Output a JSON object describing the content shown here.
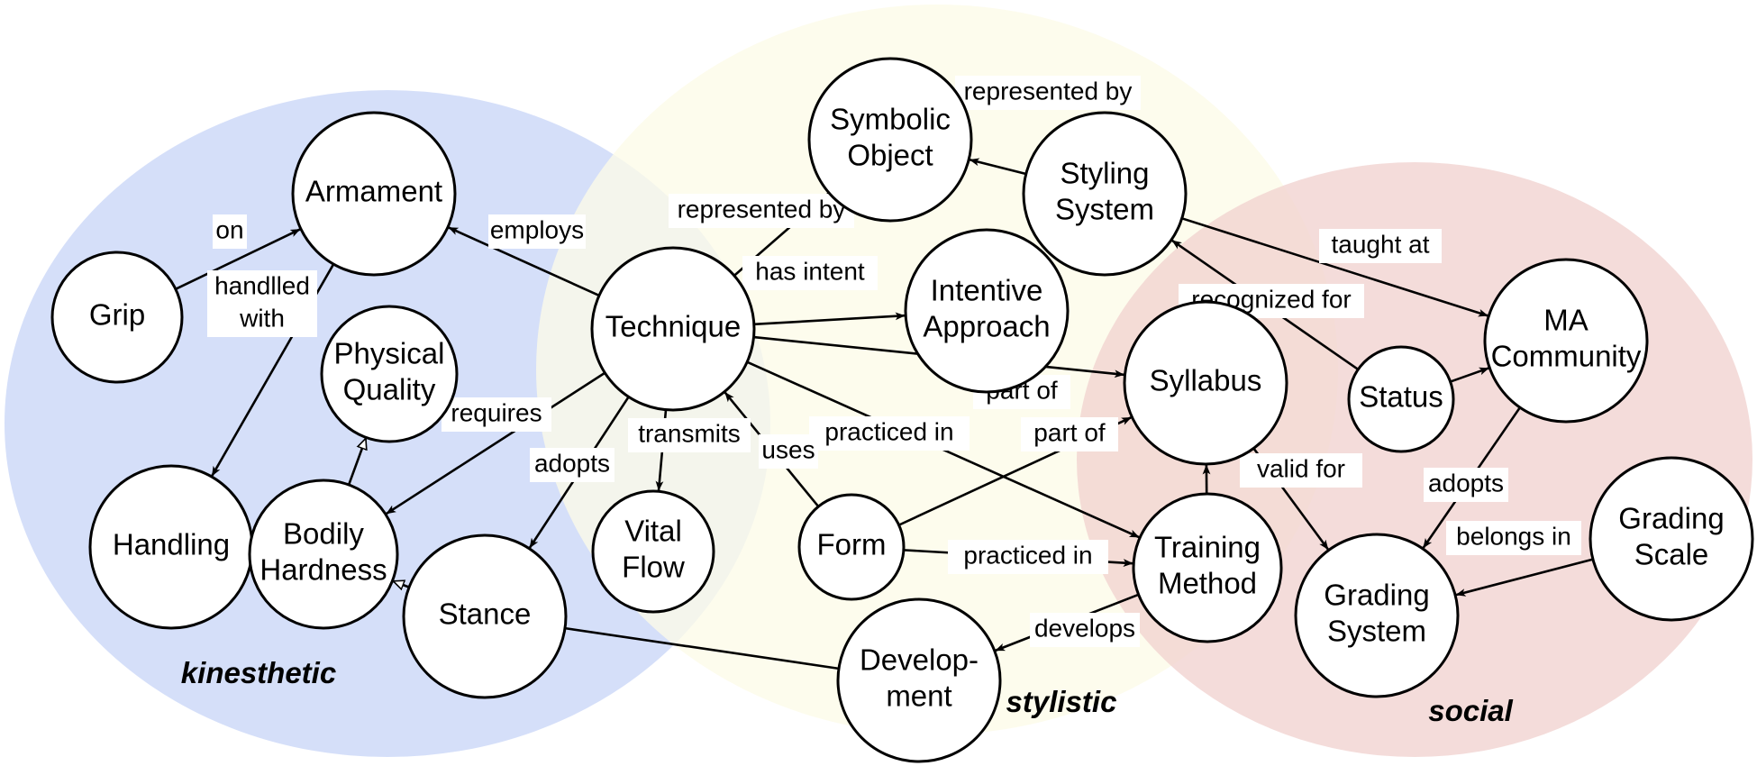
{
  "regions": [
    {
      "id": "kinesthetic",
      "label": "kinesthetic",
      "color": "#c9d6f7"
    },
    {
      "id": "stylistic",
      "label": "stylistic",
      "color": "#fdfbe8"
    },
    {
      "id": "social",
      "label": "social",
      "color": "#f1d2d0"
    }
  ],
  "nodes": [
    {
      "id": "armament",
      "label": [
        "Armament"
      ]
    },
    {
      "id": "grip",
      "label": [
        "Grip"
      ]
    },
    {
      "id": "physical_quality",
      "label": [
        "Physical",
        "Quality"
      ]
    },
    {
      "id": "handling",
      "label": [
        "Handling"
      ]
    },
    {
      "id": "bodily_hardness",
      "label": [
        "Bodily",
        "Hardness"
      ]
    },
    {
      "id": "stance",
      "label": [
        "Stance"
      ]
    },
    {
      "id": "technique",
      "label": [
        "Technique"
      ]
    },
    {
      "id": "vital_flow",
      "label": [
        "Vital",
        "Flow"
      ]
    },
    {
      "id": "symbolic_object",
      "label": [
        "Symbolic",
        "Object"
      ]
    },
    {
      "id": "styling_system",
      "label": [
        "Styling",
        "System"
      ]
    },
    {
      "id": "intentive_approach",
      "label": [
        "Intentive",
        "Approach"
      ]
    },
    {
      "id": "syllabus",
      "label": [
        "Syllabus"
      ]
    },
    {
      "id": "form",
      "label": [
        "Form"
      ]
    },
    {
      "id": "training_method",
      "label": [
        "Training",
        "Method"
      ]
    },
    {
      "id": "development",
      "label": [
        "Develop-",
        "ment"
      ]
    },
    {
      "id": "status",
      "label": [
        "Status"
      ]
    },
    {
      "id": "ma_community",
      "label": [
        "MA",
        "Community"
      ]
    },
    {
      "id": "grading_system",
      "label": [
        "Grading",
        "System"
      ]
    },
    {
      "id": "grading_scale",
      "label": [
        "Grading",
        "Scale"
      ]
    }
  ],
  "edges": [
    {
      "from": "grip",
      "to": "armament",
      "label": [
        "on"
      ],
      "head": "arrow"
    },
    {
      "from": "armament",
      "to": "handling",
      "label": [
        "handlled",
        "with"
      ],
      "head": "arrow"
    },
    {
      "from": "technique",
      "to": "armament",
      "label": [
        "employs"
      ],
      "head": "arrow"
    },
    {
      "from": "bodily_hardness",
      "to": "physical_quality",
      "label": [],
      "head": "hollow"
    },
    {
      "from": "stance",
      "to": "bodily_hardness",
      "label": [],
      "head": "hollow"
    },
    {
      "from": "technique",
      "to": "bodily_hardness",
      "label": [
        "requires"
      ],
      "head": "arrow"
    },
    {
      "from": "technique",
      "to": "stance",
      "label": [
        "adopts"
      ],
      "head": "arrow"
    },
    {
      "from": "technique",
      "to": "vital_flow",
      "label": [
        "transmits"
      ],
      "head": "arrow"
    },
    {
      "from": "technique",
      "to": "symbolic_object",
      "label": [
        "represented by"
      ],
      "head": "arrow"
    },
    {
      "from": "technique",
      "to": "intentive_approach",
      "label": [
        "has intent"
      ],
      "head": "arrow"
    },
    {
      "from": "technique",
      "to": "syllabus",
      "label": [
        "part of"
      ],
      "head": "arrow"
    },
    {
      "from": "technique",
      "to": "training_method",
      "label": [
        "practiced in"
      ],
      "head": "arrow"
    },
    {
      "from": "form",
      "to": "technique",
      "label": [
        "uses"
      ],
      "head": "arrow"
    },
    {
      "from": "styling_system",
      "to": "symbolic_object",
      "label": [
        "represented by"
      ],
      "head": "arrow"
    },
    {
      "from": "styling_system",
      "to": "ma_community",
      "label": [
        "taught at"
      ],
      "head": "arrow"
    },
    {
      "from": "status",
      "to": "styling_system",
      "label": [
        "recognized for"
      ],
      "head": "arrow"
    },
    {
      "from": "status",
      "to": "ma_community",
      "label": [],
      "head": "arrow"
    },
    {
      "from": "form",
      "to": "syllabus",
      "label": [
        "part of"
      ],
      "head": "arrow"
    },
    {
      "from": "form",
      "to": "training_method",
      "label": [
        "practiced in"
      ],
      "head": "arrow"
    },
    {
      "from": "training_method",
      "to": "syllabus",
      "label": [],
      "head": "arrow"
    },
    {
      "from": "syllabus",
      "to": "grading_system",
      "label": [
        "valid for"
      ],
      "head": "arrow"
    },
    {
      "from": "ma_community",
      "to": "grading_system",
      "label": [
        "adopts"
      ],
      "head": "arrow"
    },
    {
      "from": "grading_scale",
      "to": "grading_system",
      "label": [
        "belongs in"
      ],
      "head": "arrow"
    },
    {
      "from": "training_method",
      "to": "development",
      "label": [
        "develops"
      ],
      "head": "arrow"
    },
    {
      "from": "stance",
      "to": "development",
      "label": [],
      "head": "none"
    }
  ]
}
